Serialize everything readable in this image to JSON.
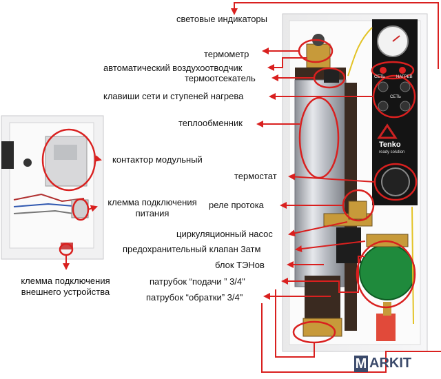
{
  "labels": {
    "light_indicators": "световые индикаторы",
    "thermometer": "термометр",
    "air_vent": "автоматический воздухоотводчик",
    "thermal_cutout": "термоотсекатель",
    "keys": "клавиши сети и ступеней нагрева",
    "heat_exchanger": "теплообменник",
    "contactor": "контактор модульный",
    "power_terminal_line1": "клемма подключения",
    "power_terminal_line2": "питания",
    "thermostat": "термостат",
    "flow_relay": "реле протока",
    "circulation_pump": "циркуляционный насос",
    "safety_valve": "предохранительный клапан 3атм",
    "heater_block": "блок ТЭНов",
    "supply_pipe": "патрубок “подачи ” 3/4\"",
    "return_pipe": "патрубок “обратки” 3/4\"",
    "external_terminal_line1": "клемма подключения",
    "external_terminal_line2": "внешнего устройства"
  },
  "panel": {
    "brand": "Tenko",
    "tagline": "ready solution",
    "btn_left": "СЕТЬ",
    "btn_right": "НАГРЕВ",
    "btn_mid": "СЕТЬ"
  },
  "logo": {
    "letter": "M",
    "text": "ARKIT"
  },
  "colors": {
    "arrow": "#d9201f",
    "ellipse": "#d9201f",
    "pump": "#1f8a3c"
  }
}
